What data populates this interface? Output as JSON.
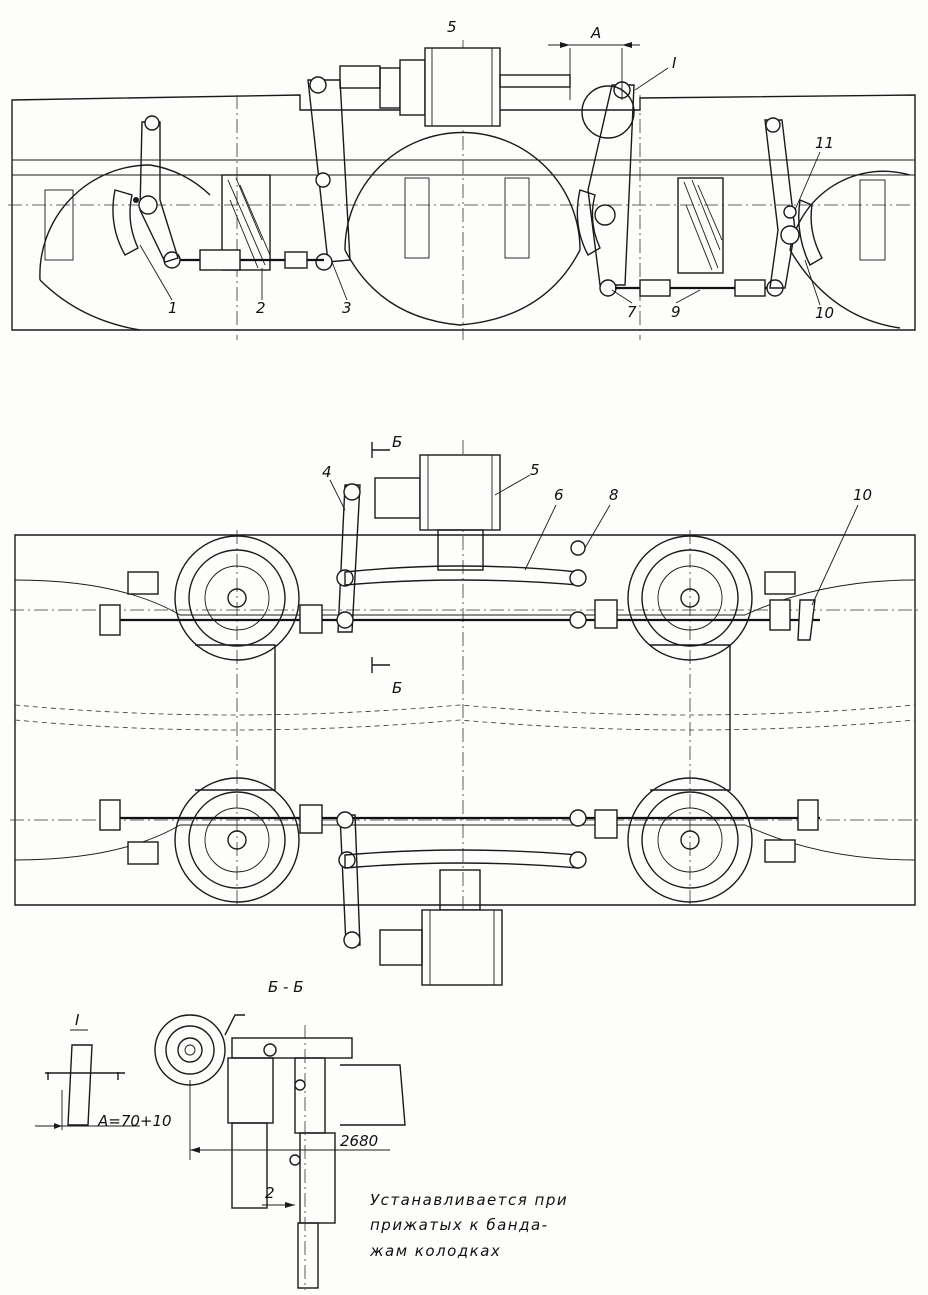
{
  "top_view": {
    "labels": [
      "1",
      "2",
      "3",
      "5",
      "7",
      "9",
      "10",
      "11"
    ],
    "dimension_label": "А",
    "detail_label": "I"
  },
  "middle_view": {
    "labels": [
      "4",
      "5",
      "6",
      "8",
      "10"
    ],
    "section_marks": [
      "Б",
      "Б"
    ]
  },
  "section_view": {
    "title": "Б - Б",
    "dimension": "2680",
    "position_label": "2",
    "note_lines": [
      "Устанавливается при",
      "прижатых к банда-",
      "жам колодках"
    ]
  },
  "detail_view": {
    "title": "I",
    "dimension": "А=70+10"
  }
}
